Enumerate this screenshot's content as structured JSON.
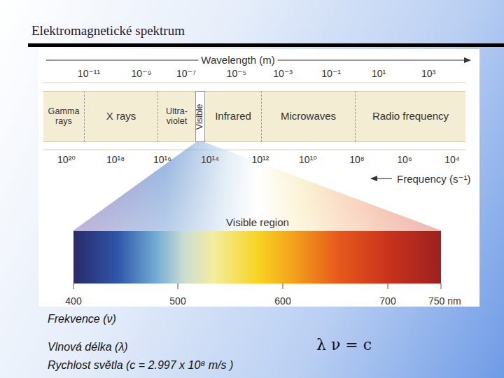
{
  "diagram": {
    "title": "Elektromagnetické spektrum",
    "nodes": [
      {
        "text": [
          "Gamma rays"
        ]
      },
      {
        "text": [
          "X rays"
        ]
      },
      {
        "text": [
          "Ultra- violet"
        ]
      },
      {
        "text": [
          "Visible"
        ]
      },
      {
        "text": [
          "Infrared"
        ]
      },
      {
        "text": [
          "Microwaves"
        ]
      },
      {
        "text": [
          "Radio frequency"
        ]
      }
    ],
    "labels": [
      "Wavelength (m)",
      "10⁻¹¹",
      "10⁻⁹",
      "10⁻⁷",
      "10⁻⁵",
      "10⁻³",
      "10⁻¹",
      "10¹",
      "10³",
      "10²⁰",
      "10¹⁸",
      "10¹⁶",
      "10¹⁴",
      "10¹²",
      "10¹⁰",
      "10⁸",
      "10⁶",
      "10⁴",
      "Frequency (s⁻¹)",
      "Visible region",
      "400",
      "500",
      "600",
      "700",
      "750 nm",
      "Frekvence (ν)",
      "Vlnová délka (λ)",
      "Rychlost světla (c = 2.997 x 10⁸ m/s )",
      "λ ν = c"
    ]
  }
}
